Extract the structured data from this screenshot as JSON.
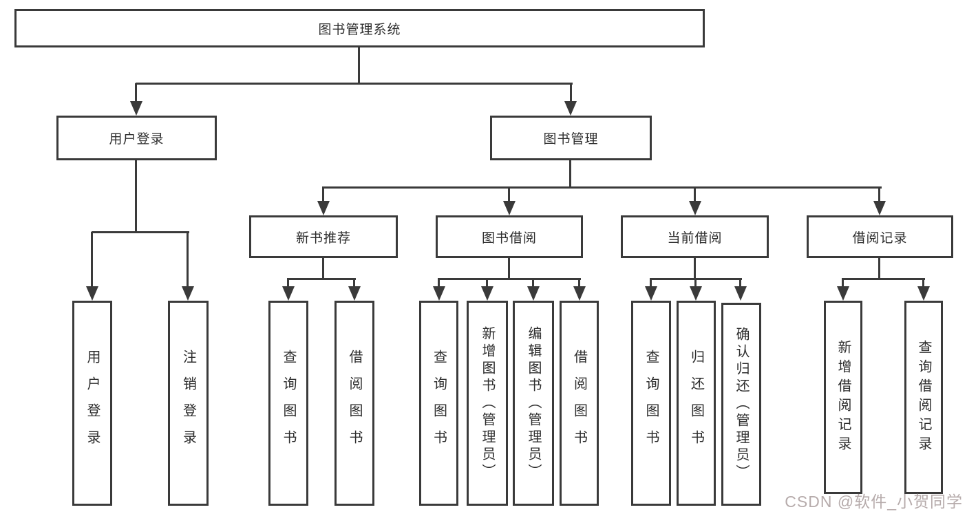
{
  "title": "图书管理系统",
  "nodes": {
    "root": "图书管理系统",
    "user_login": "用户登录",
    "book_management": "图书管理",
    "new_book_recommend": "新书推荐",
    "book_borrowing": "图书借阅",
    "current_borrowing": "当前借阅",
    "borrowing_records": "借阅记录"
  },
  "leaves": {
    "user_login": [
      "用户登录",
      "注销登录"
    ],
    "new_book_recommend": [
      "查询图书",
      "借阅图书"
    ],
    "book_borrowing": [
      "查询图书",
      "新增图书（管理员）",
      "编辑图书（管理员）",
      "借阅图书"
    ],
    "current_borrowing": [
      "查询图书",
      "归还图书",
      "确认归还（管理员）"
    ],
    "borrowing_records": [
      "新增借阅记录",
      "查询借阅记录"
    ]
  },
  "hierarchy": {
    "图书管理系统": {
      "用户登录": [
        "用户登录",
        "注销登录"
      ],
      "图书管理": {
        "新书推荐": [
          "查询图书",
          "借阅图书"
        ],
        "图书借阅": [
          "查询图书",
          "新增图书（管理员）",
          "编辑图书（管理员）",
          "借阅图书"
        ],
        "当前借阅": [
          "查询图书",
          "归还图书",
          "确认归还（管理员）"
        ],
        "借阅记录": [
          "新增借阅记录",
          "查询借阅记录"
        ]
      }
    }
  },
  "watermark": "CSDN @软件_小贺同学",
  "colors": {
    "line": "#3a3a3a",
    "text": "#2d2d2d",
    "background": "#ffffff",
    "watermark": "#b6abab"
  }
}
